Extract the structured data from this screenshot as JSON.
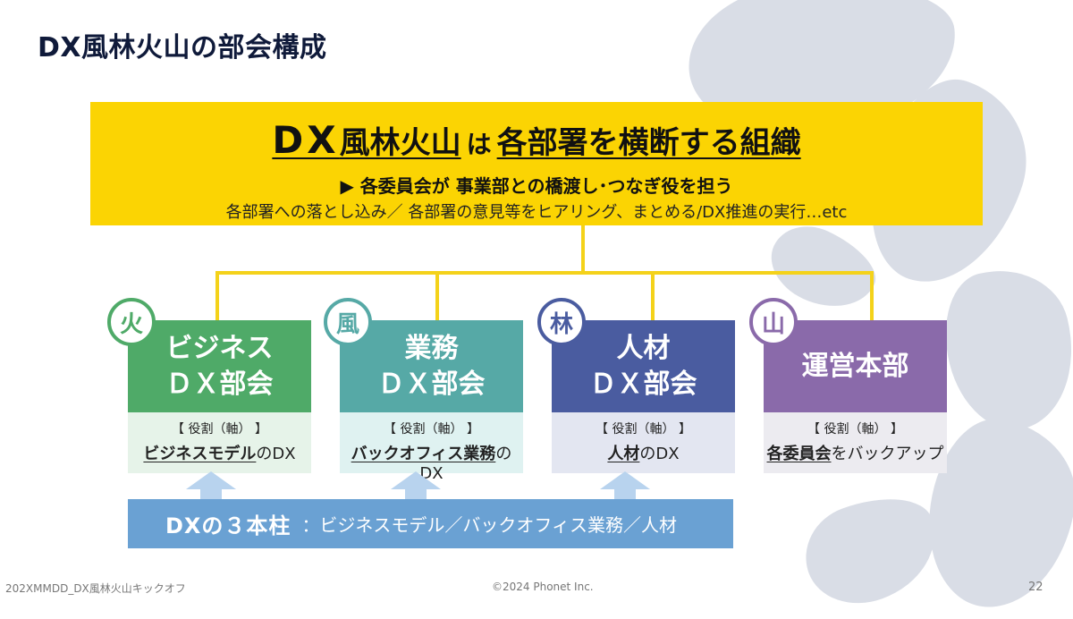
{
  "slide": {
    "title": "DX風林火山の部会構成",
    "page_number": "22"
  },
  "header_box": {
    "title_dx": "DX",
    "title_name": "風林火山",
    "title_particle": "は",
    "title_rest": "各部署を横断する組織",
    "subtitle": "▶ 各委員会が 事業部との橋渡し･つなぎ役を担う",
    "detail": "各部署への落とし込み／ 各部署の意見等をヒアリング、まとめる/DX推進の実行…etc"
  },
  "committees": [
    {
      "badge": "火",
      "name_line1": "ビジネス",
      "name_line2": "ＤＸ部会",
      "role": "【 役割（軸） 】",
      "focus_bold": "ビジネスモデル",
      "focus_rest": "のDX",
      "color": "#4faa68"
    },
    {
      "badge": "風",
      "name_line1": "業務",
      "name_line2": "ＤＸ部会",
      "role": "【 役割（軸） 】",
      "focus_bold": "バックオフィス業務",
      "focus_rest": "のDX",
      "color": "#56a9a6"
    },
    {
      "badge": "林",
      "name_line1": "人材",
      "name_line2": "ＤＸ部会",
      "role": "【 役割（軸） 】",
      "focus_bold": "人材",
      "focus_rest": "のDX",
      "color": "#4a5ca0"
    },
    {
      "badge": "山",
      "name_line1": "運営本部",
      "name_line2": "",
      "role": "【 役割（軸） 】",
      "focus_bold": "各委員会",
      "focus_rest": "をバックアップ",
      "color": "#8a6aaa"
    }
  ],
  "pillars": {
    "label": "DXの３本柱",
    "items": "：ビジネスモデル／バックオフィス業務／人材"
  },
  "footer": {
    "left": "202XMMDD_DX風林火山キックオフ",
    "center": "©2024 Phonet Inc."
  },
  "colors": {
    "yellow": "#fbd403",
    "pillar_blue": "#6aa1d3",
    "arrow_blue": "#b8d3ee"
  }
}
